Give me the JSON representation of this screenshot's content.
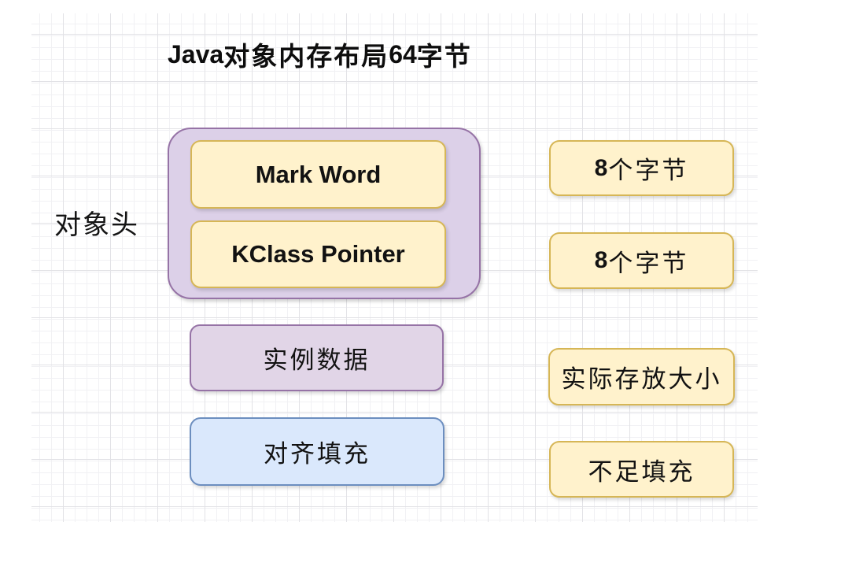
{
  "title": {
    "seg_java": "Java",
    "seg_cjk1": "对象内存布局",
    "seg_num": "64",
    "seg_cjk2": "字节"
  },
  "diagram": {
    "row_label": "对象头",
    "object_header": {
      "parts": [
        {
          "label": "Mark Word"
        },
        {
          "label": "KClass Pointer"
        }
      ]
    },
    "blocks": [
      {
        "label": "实例数据"
      },
      {
        "label": "对齐填充"
      }
    ],
    "sizes": [
      {
        "num": "8",
        "text": "个字节"
      },
      {
        "num": "8",
        "text": "个字节"
      },
      {
        "num": "",
        "text": "实际存放大小"
      },
      {
        "num": "",
        "text": "不足填充"
      }
    ]
  },
  "colors": {
    "node_yellow_fill": "#fff2cc",
    "node_yellow_border": "#d6b656",
    "node_purple_fill": "#e1d5e7",
    "node_purple_border": "#9673a6",
    "group_purple_fill": "#dcd0e8",
    "node_blue_fill": "#dae8fc",
    "node_blue_border": "#6c8ebf",
    "text": "#121212",
    "grid_minor_line": "#f1f1f4",
    "grid_major_line": "#e2e2e6"
  }
}
